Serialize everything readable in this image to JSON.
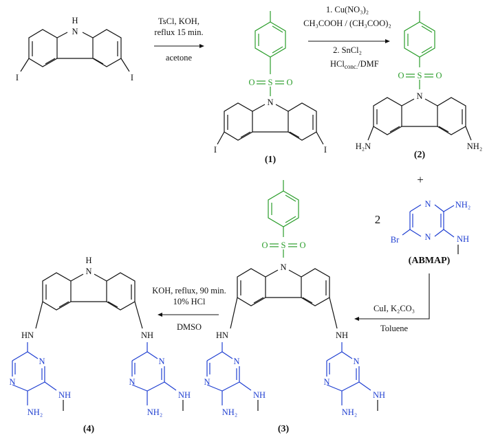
{
  "step1": {
    "line1": "TsCl, KOH,",
    "line2": "reflux 15 min.",
    "line3": "acetone"
  },
  "step2": {
    "line1": "1. Cu(NO₃)₂",
    "line2": "CH₃COOH / (CH₃COO)₂",
    "line3": "2. SnCl₂",
    "line4": "HCl",
    "line4_sub": "conc.",
    "line4_end": "/DMF"
  },
  "step3": {
    "line1": "CuI, K₂CO₃",
    "line2": "Toluene"
  },
  "step4": {
    "line1": "KOH, reflux, 90 min.",
    "line2": "10% HCl",
    "line3": "DMSO"
  },
  "plus": "+",
  "coefficient": "2",
  "compounds": {
    "c1": "(1)",
    "c2": "(2)",
    "c3": "(3)",
    "c4": "(4)",
    "abmap": "(ABMAP)"
  },
  "atoms": {
    "H": "H",
    "N": "N",
    "I": "I",
    "O": "O",
    "S": "S",
    "NH": "NH",
    "HN": "HN",
    "H2N": "H₂N",
    "NH2": "NH₂",
    "Br": "Br"
  },
  "colors": {
    "tosyl": "#2a9d2a",
    "pyrazine": "#1f3fd1",
    "core": "#111111"
  }
}
